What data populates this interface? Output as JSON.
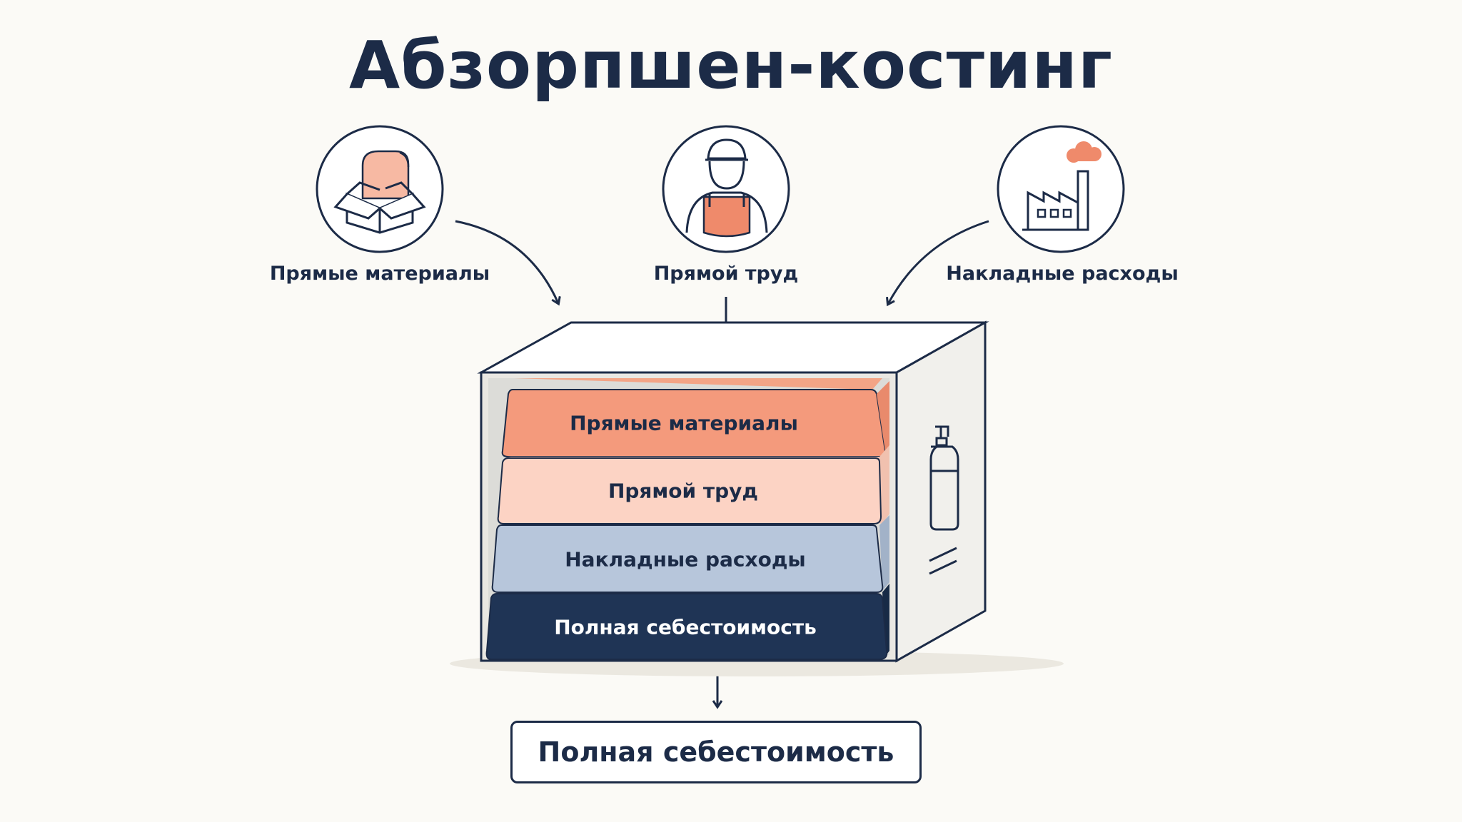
{
  "title": "Абзорпшен-костинг",
  "inputs": [
    {
      "label": "Прямые материалы",
      "icon": "box-materials-icon"
    },
    {
      "label": "Прямой труд",
      "icon": "worker-icon"
    },
    {
      "label": "Накладные расходы",
      "icon": "factory-icon"
    }
  ],
  "layers": [
    {
      "label": "Прямые материалы",
      "color": "#f49a7c"
    },
    {
      "label": "Прямой труд",
      "color": "#fcd3c4"
    },
    {
      "label": "Накладные расходы",
      "color": "#b7c6db"
    },
    {
      "label": "Полная себестоимость",
      "color": "#1f3455"
    }
  ],
  "result": {
    "label": "Полная себестоимость"
  },
  "colors": {
    "navy": "#1c2b47",
    "accent": "#ef8a6b",
    "background": "#fbfaf6"
  }
}
